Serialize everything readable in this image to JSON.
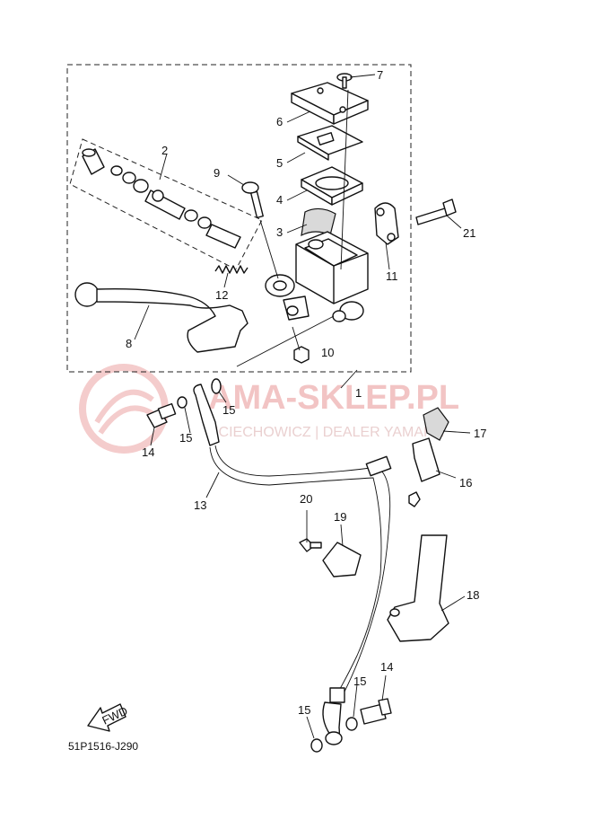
{
  "diagram_code": "51P1516-J290",
  "watermark": {
    "brand": "AMA-SKLEP.PL",
    "subline": "UCIECHOWICZ | DEALER YAMAHA"
  },
  "fwd_label": "FWD",
  "callouts": {
    "c1": "1",
    "c2": "2",
    "c3": "3",
    "c4": "4",
    "c5": "5",
    "c6": "6",
    "c7": "7",
    "c8": "8",
    "c9": "9",
    "c10": "10",
    "c11": "11",
    "c12": "12",
    "c13": "13",
    "c14a": "14",
    "c14b": "14",
    "c15a": "15",
    "c15b": "15",
    "c15c": "15",
    "c15d": "15",
    "c16": "16",
    "c17": "17",
    "c18": "18",
    "c19": "19",
    "c20": "20",
    "c21": "21"
  },
  "colors": {
    "line": "#111111",
    "watermark": "#f2c4c4",
    "shade": "#d9d9d9"
  }
}
